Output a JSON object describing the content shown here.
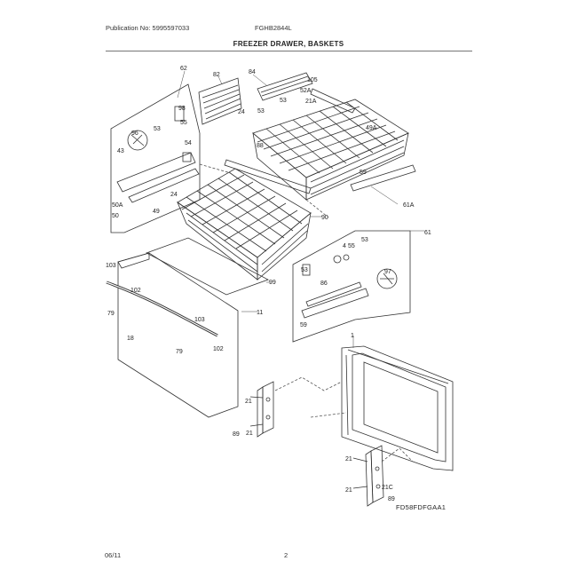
{
  "header": {
    "publication": "Publication No: 5995597033",
    "model": "FGHB2844L",
    "title": "FREEZER DRAWER, BASKETS"
  },
  "footer": {
    "date": "06/11",
    "page": "2",
    "diagram_code": "FD58FDFGAA1"
  },
  "callouts": {
    "c62": "62",
    "c82": "82",
    "c84": "84",
    "c105": "105",
    "c52a": "52A",
    "c21a": "21A",
    "c53a": "53",
    "c53b": "53",
    "c24": "24",
    "c88": "88",
    "c49a": "49A",
    "c59a": "59",
    "c61a": "61A",
    "c98": "98",
    "c53c": "53",
    "c55": "55",
    "c54": "54",
    "c96": "96",
    "c43": "43",
    "c50a": "50A",
    "c24b": "24",
    "c49": "49",
    "c50": "50",
    "c90": "90",
    "c61": "61",
    "c4": "4",
    "c55b": "55",
    "c53d": "53",
    "c53e": "53",
    "c86": "86",
    "c97": "97",
    "c59": "59",
    "c103": "103",
    "c102": "102",
    "c79": "79",
    "c18": "18",
    "c103b": "103",
    "c79b": "79",
    "c102b": "102",
    "c11": "11",
    "c1": "1",
    "c21": "21",
    "c89": "89",
    "c21b": "21",
    "c21c": "21",
    "c21d": "21",
    "c21e": "21C",
    "c89b": "89",
    "c99": "99"
  }
}
